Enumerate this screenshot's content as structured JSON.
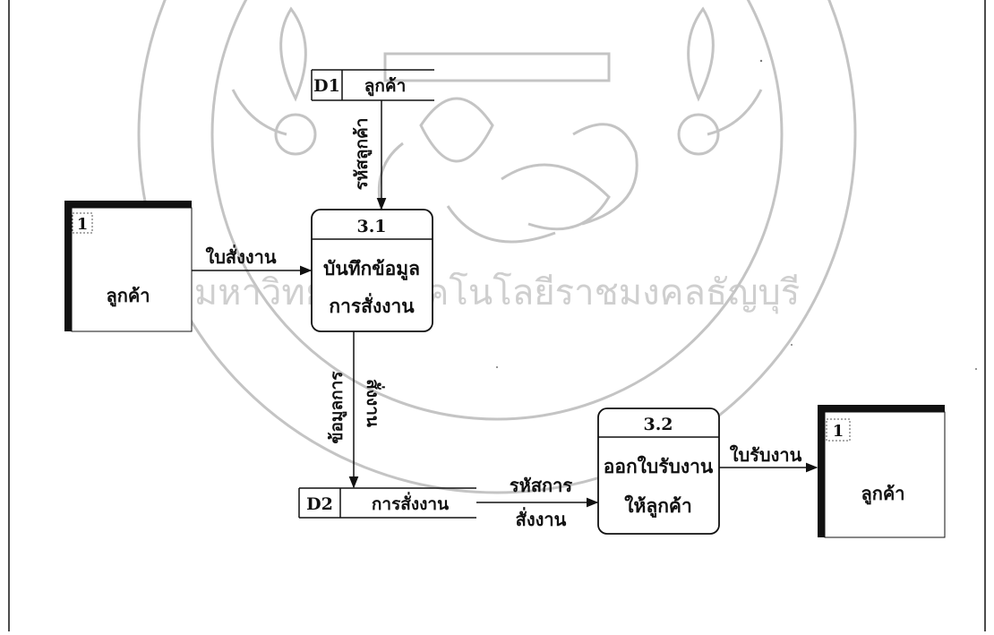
{
  "external_entities": [
    {
      "id": "1",
      "name": "ลูกค้า"
    },
    {
      "id": "1",
      "name": "ลูกค้า"
    }
  ],
  "processes": [
    {
      "number": "3.1",
      "line1": "บันทึกข้อมูล",
      "line2": "การสั่งงาน"
    },
    {
      "number": "3.2",
      "line1": "ออกใบรับงาน",
      "line2": "ให้ลูกค้า"
    }
  ],
  "data_stores": [
    {
      "id": "D1",
      "name": "ลูกค้า"
    },
    {
      "id": "D2",
      "name": "การสั่งงาน"
    }
  ],
  "flows": {
    "d1_to_p31": "รหัสลูกค้า",
    "e1_to_p31": "ใบสั่งงาน",
    "p31_to_d2_line1": "ข้อมูลการ",
    "p31_to_d2_line2": "สั่งงาน",
    "d2_to_p32_line1": "รหัสการ",
    "d2_to_p32_line2": "สั่งงาน",
    "p32_to_e2": "ใบรับงาน"
  },
  "watermark": {
    "text": "มหาวิทยาลัยเทคโนโลยีราชมงคลธัญบุรี",
    "color": "#bdbdbd"
  }
}
